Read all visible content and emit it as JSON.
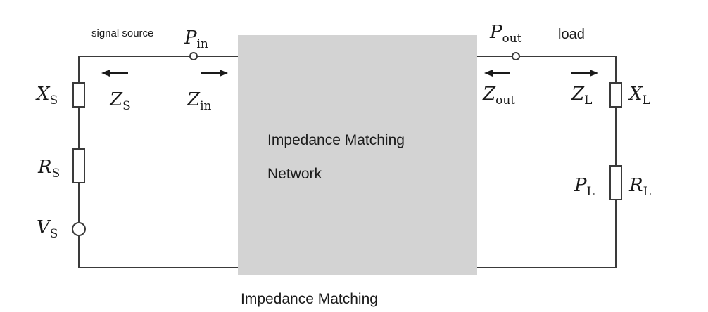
{
  "colors": {
    "network_box": "#d3d3d3",
    "wire": "#3a3a3a",
    "text": "#1a1a1a"
  },
  "labels": {
    "signal_source": "signal source",
    "load": "load",
    "network_line1": "Impedance Matching",
    "network_line2": "Network",
    "caption": "Impedance Matching"
  },
  "symbols": {
    "P_in": {
      "main": "P",
      "sub": "in"
    },
    "P_out": {
      "main": "P",
      "sub": "out"
    },
    "X_S": {
      "main": "X",
      "sub": "S"
    },
    "Z_S": {
      "main": "Z",
      "sub": "S"
    },
    "Z_in": {
      "main": "Z",
      "sub": "in"
    },
    "R_S": {
      "main": "R",
      "sub": "S"
    },
    "V_S": {
      "main": "V",
      "sub": "S"
    },
    "Z_out": {
      "main": "Z",
      "sub": "out"
    },
    "Z_L": {
      "main": "Z",
      "sub": "L"
    },
    "X_L": {
      "main": "X",
      "sub": "L"
    },
    "P_L": {
      "main": "P",
      "sub": "L"
    },
    "R_L": {
      "main": "R",
      "sub": "L"
    }
  }
}
